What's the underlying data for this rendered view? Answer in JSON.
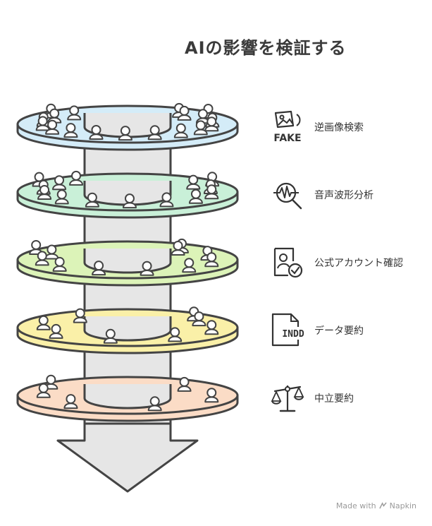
{
  "title": "AIの影響を検証する",
  "layers": [
    {
      "label": "逆画像検索",
      "icon": "fake-image-icon",
      "color": "#d4ecf8",
      "people": 18
    },
    {
      "label": "音声波形分析",
      "icon": "waveform-search-icon",
      "color": "#c9f0d8",
      "people": 14
    },
    {
      "label": "公式アカウント確認",
      "icon": "verified-account-icon",
      "color": "#dcf3b8",
      "people": 11
    },
    {
      "label": "データ要約",
      "icon": "indd-file-icon",
      "color": "#faf0a8",
      "people": 8
    },
    {
      "label": "中立要約",
      "icon": "balance-scale-icon",
      "color": "#fbdcc6",
      "people": 6
    }
  ],
  "icon_text": {
    "fake": "FAKE",
    "indd": "INDD"
  },
  "footer": {
    "prefix": "Made with",
    "brand": "Napkin"
  }
}
